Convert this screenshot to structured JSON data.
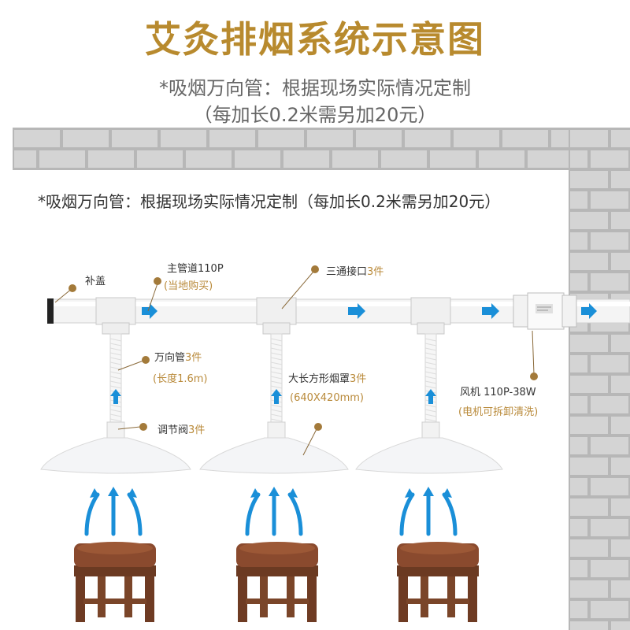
{
  "title": "艾灸排烟系统示意图",
  "subtitle_line1": "*吸烟万向管：根据现场实际情况定制",
  "subtitle_line2": "（每加长0.2米需另加20元）",
  "note": "*吸烟万向管：根据现场实际情况定制（每加长0.2米需另加20元）",
  "labels": {
    "cap": "补盖",
    "main_pipe": "主管道110P",
    "main_pipe_sub": "(当地购买)",
    "tee_text": "三通接口",
    "tee_qty": "3件",
    "flex_text": "万向管",
    "flex_qty": "3件",
    "flex_sub": "(长度1.6m)",
    "hood_text": "大长方形烟罩",
    "hood_qty": "3件",
    "hood_sub": "(640X420mm)",
    "valve_text": "调节阀",
    "valve_qty": "3件",
    "fan": "风机 110P-38W",
    "fan_sub": "(电机可拆卸清洗)"
  },
  "colors": {
    "title": "#b88a2e",
    "accent": "#b98a3a",
    "arrow_blue": "#1a8fd8",
    "brick": "#d0d0d0",
    "stool_top": "#8a4a2e",
    "stool_leg": "#6b3a22"
  }
}
